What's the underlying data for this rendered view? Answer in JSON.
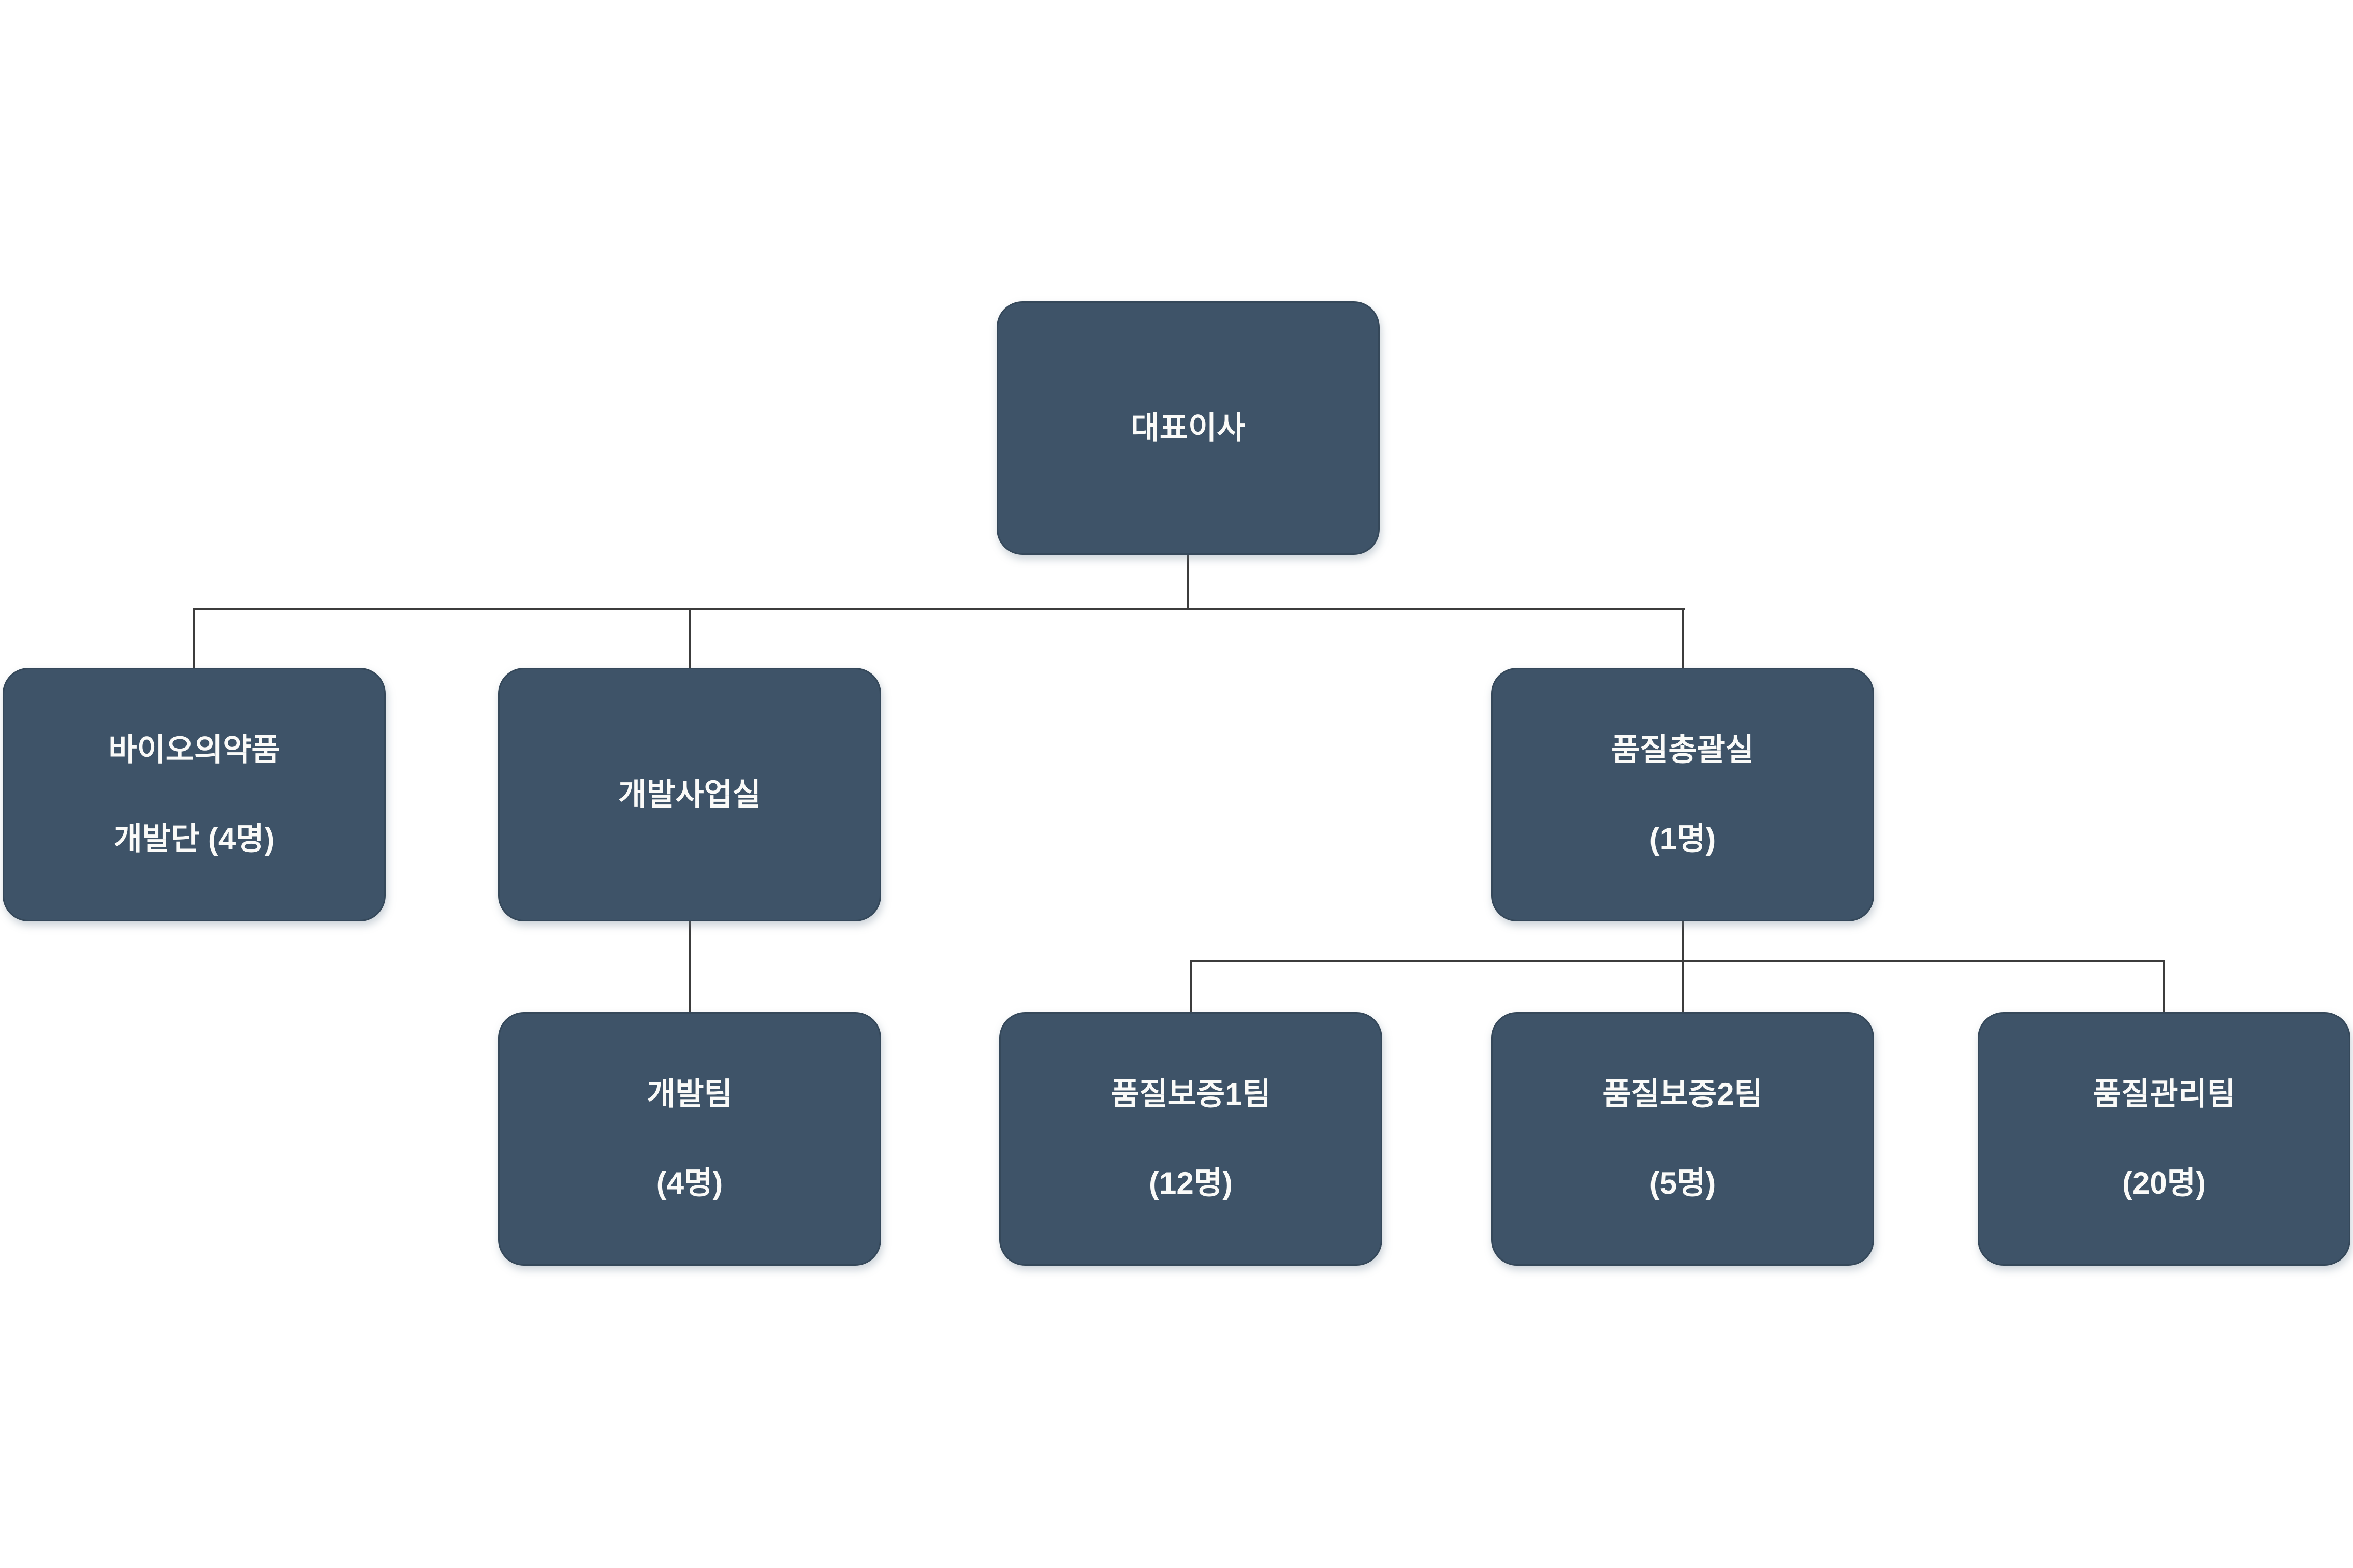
{
  "chart_type": "org-chart",
  "colors": {
    "background": "#FFFFFF",
    "node_fill": "#3E5368",
    "node_border": "#35485A",
    "connector": "#3C3C3C",
    "text": "#FAFAF8"
  },
  "nodes": {
    "ceo": {
      "lines": [
        "대표이사"
      ]
    },
    "bio_dev_group": {
      "lines": [
        "바이오의약품",
        "개발단 (4명)"
      ]
    },
    "dev_office": {
      "lines": [
        "개발사업실"
      ]
    },
    "quality_office": {
      "lines": [
        "품질총괄실",
        "(1명)"
      ]
    },
    "dev_team": {
      "lines": [
        "개발팀",
        "(4명)"
      ]
    },
    "qa_team1": {
      "lines": [
        "품질보증1팀",
        "(12명)"
      ]
    },
    "qa_team2": {
      "lines": [
        "품질보증2팀",
        "(5명)"
      ]
    },
    "qc_team": {
      "lines": [
        "품질관리팀",
        "(20명)"
      ]
    }
  },
  "edges": [
    {
      "from": "ceo",
      "to": "bio_dev_group"
    },
    {
      "from": "ceo",
      "to": "dev_office"
    },
    {
      "from": "ceo",
      "to": "quality_office"
    },
    {
      "from": "dev_office",
      "to": "dev_team"
    },
    {
      "from": "quality_office",
      "to": "qa_team1"
    },
    {
      "from": "quality_office",
      "to": "qa_team2"
    },
    {
      "from": "quality_office",
      "to": "qc_team"
    }
  ]
}
